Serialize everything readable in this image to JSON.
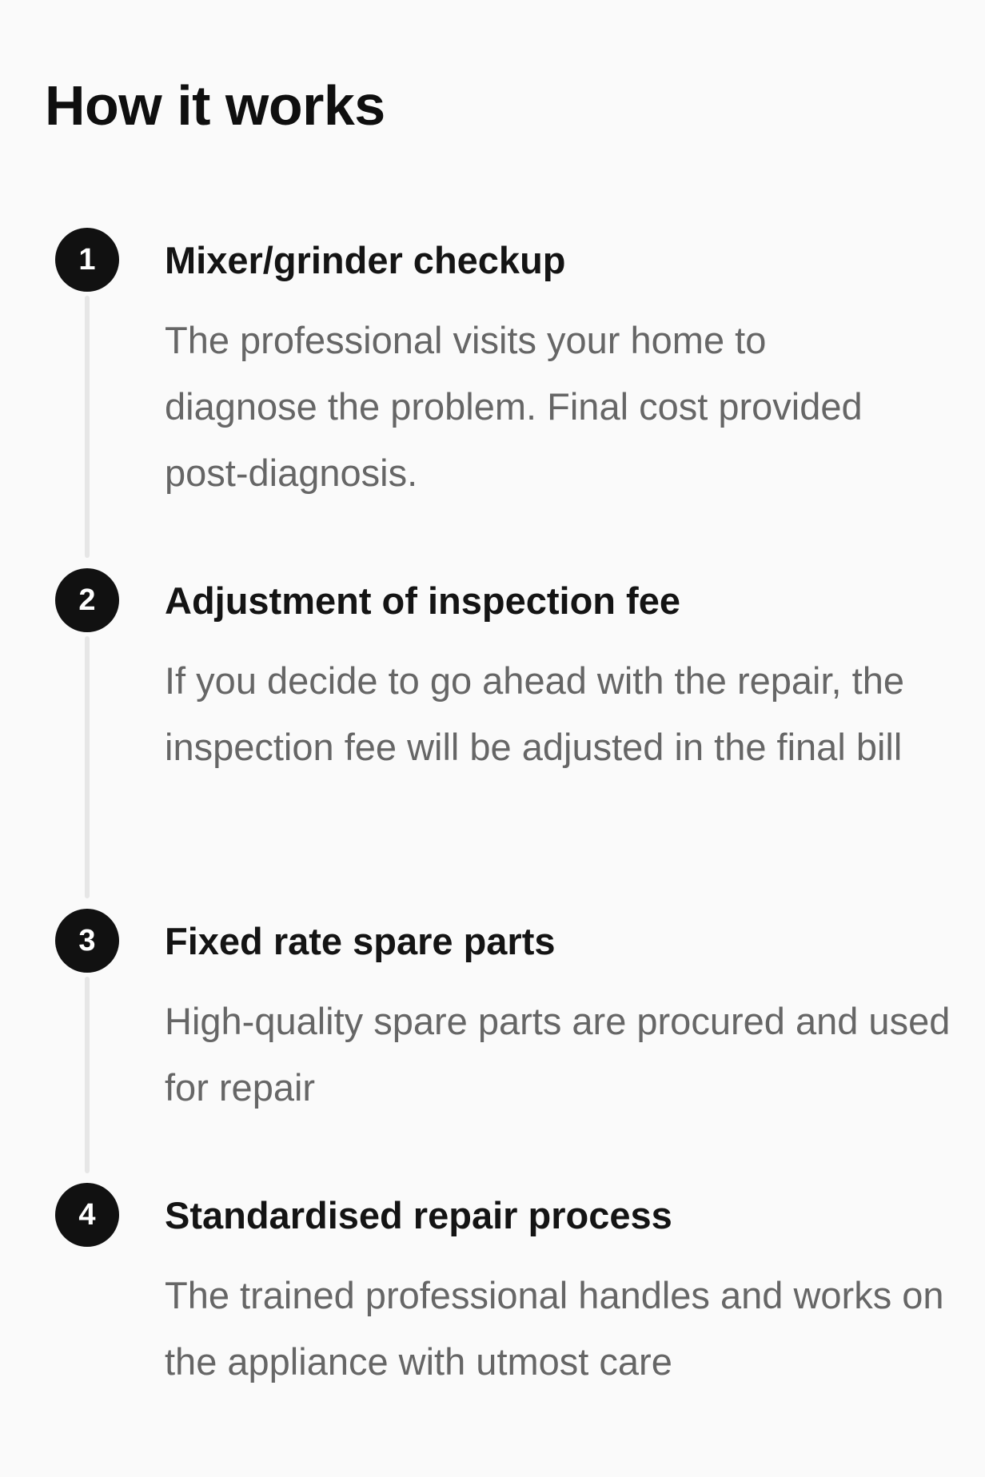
{
  "page": {
    "title": "How it works"
  },
  "steps": [
    {
      "number": "1",
      "title": "Mixer/grinder checkup",
      "description": "The professional visits your home to diagnose the problem. Final cost provided post-diagnosis."
    },
    {
      "number": "2",
      "title": "Adjustment of inspection fee",
      "description": "If you decide to go ahead with the repair, the inspection fee will be adjusted in the final bill"
    },
    {
      "number": "3",
      "title": "Fixed rate spare parts",
      "description": "High-quality spare parts are procured and used for repair"
    },
    {
      "number": "4",
      "title": "Standardised repair process",
      "description": "The trained professional handles and works on the appliance with utmost care"
    }
  ],
  "colors": {
    "background": "#fafafa",
    "badge": "#111111",
    "title_text": "#141414",
    "description_text": "#666666",
    "connector": "#e6e6e6"
  }
}
